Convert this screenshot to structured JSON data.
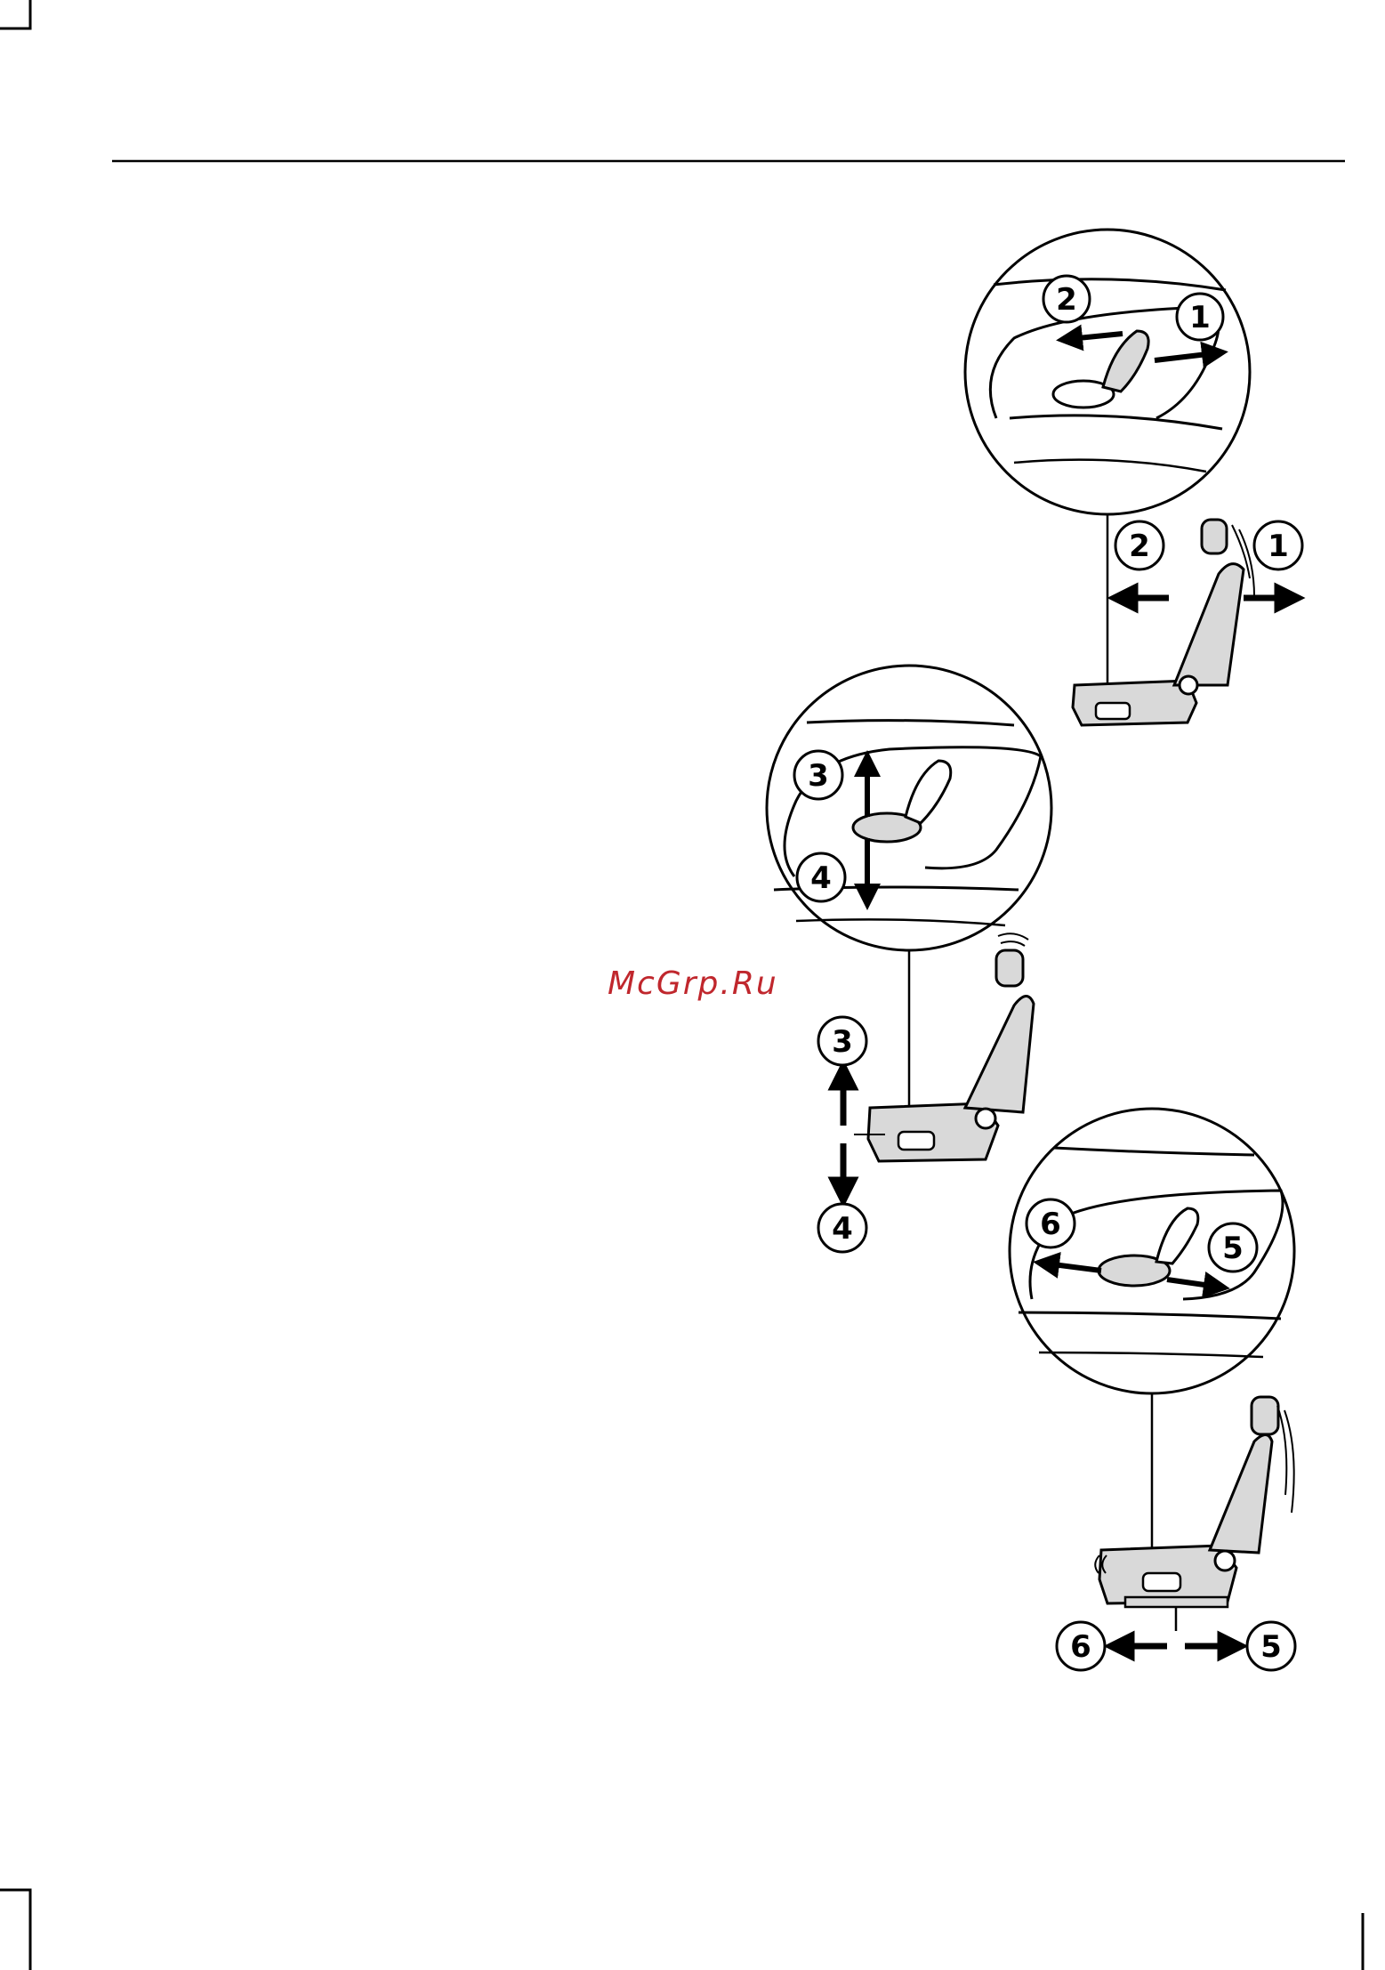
{
  "watermark": "McGrp.Ru",
  "callouts": {
    "c1": "1",
    "c2": "2",
    "c3": "3",
    "c4": "4",
    "c5": "5",
    "c6": "6"
  },
  "figure": {
    "fore_aft": {
      "detail_labels": [
        "2",
        "1"
      ],
      "seat_labels": [
        "2",
        "1"
      ]
    },
    "height": {
      "detail_labels": [
        "3",
        "4"
      ],
      "seat_labels": [
        "3",
        "4"
      ]
    },
    "cushion": {
      "detail_labels": [
        "6",
        "5"
      ],
      "seat_labels": [
        "6",
        "5"
      ]
    }
  },
  "colors": {
    "ink": "#000000",
    "seat_fill": "#d9d9d9",
    "watermark": "#c0272d"
  }
}
